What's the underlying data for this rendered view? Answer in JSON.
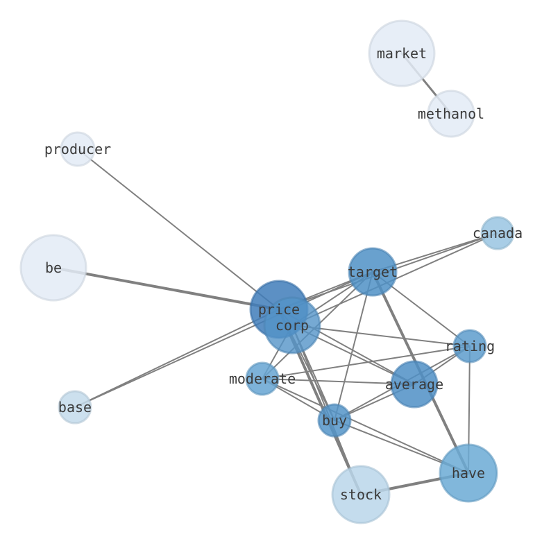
{
  "graph": {
    "nodes": [
      {
        "id": "market",
        "label": "market",
        "color": "#e3ebf6"
      },
      {
        "id": "methanol",
        "label": "methanol",
        "color": "#e3ebf6"
      },
      {
        "id": "producer",
        "label": "producer",
        "color": "#e3ebf6"
      },
      {
        "id": "canada",
        "label": "canada",
        "color": "#9ec8e3"
      },
      {
        "id": "target",
        "label": "target",
        "color": "#4f90c6"
      },
      {
        "id": "be",
        "label": "be",
        "color": "#e3ebf6"
      },
      {
        "id": "price",
        "label": "price",
        "color": "#3f7cba"
      },
      {
        "id": "corp",
        "label": "corp",
        "color": "#5494c8"
      },
      {
        "id": "rating",
        "label": "rating",
        "color": "#5d9ccd"
      },
      {
        "id": "moderate",
        "label": "moderate",
        "color": "#66a4d2"
      },
      {
        "id": "average",
        "label": "average",
        "color": "#4f8fc6"
      },
      {
        "id": "base",
        "label": "base",
        "color": "#c3dbeb"
      },
      {
        "id": "buy",
        "label": "buy",
        "color": "#5494c8"
      },
      {
        "id": "have",
        "label": "have",
        "color": "#6baad5"
      },
      {
        "id": "stock",
        "label": "stock",
        "color": "#bad6ea"
      }
    ],
    "edges": [
      {
        "source": "market",
        "target": "methanol",
        "weight": 3
      },
      {
        "source": "producer",
        "target": "price",
        "weight": 2
      },
      {
        "source": "be",
        "target": "price",
        "weight": 4
      },
      {
        "source": "canada",
        "target": "target",
        "weight": 2
      },
      {
        "source": "canada",
        "target": "price",
        "weight": 2
      },
      {
        "source": "canada",
        "target": "corp",
        "weight": 2
      },
      {
        "source": "target",
        "target": "price",
        "weight": 2
      },
      {
        "source": "target",
        "target": "corp",
        "weight": 2
      },
      {
        "source": "target",
        "target": "rating",
        "weight": 2
      },
      {
        "source": "target",
        "target": "moderate",
        "weight": 2
      },
      {
        "source": "target",
        "target": "buy",
        "weight": 2
      },
      {
        "source": "target",
        "target": "have",
        "weight": 4
      },
      {
        "source": "target",
        "target": "base",
        "weight": 2
      },
      {
        "source": "price",
        "target": "corp",
        "weight": 2
      },
      {
        "source": "price",
        "target": "stock",
        "weight": 4
      },
      {
        "source": "price",
        "target": "buy",
        "weight": 2
      },
      {
        "source": "price",
        "target": "average",
        "weight": 2
      },
      {
        "source": "price",
        "target": "base",
        "weight": 2
      },
      {
        "source": "corp",
        "target": "rating",
        "weight": 2
      },
      {
        "source": "corp",
        "target": "moderate",
        "weight": 2
      },
      {
        "source": "corp",
        "target": "average",
        "weight": 2
      },
      {
        "source": "corp",
        "target": "buy",
        "weight": 2
      },
      {
        "source": "corp",
        "target": "stock",
        "weight": 2
      },
      {
        "source": "rating",
        "target": "moderate",
        "weight": 2
      },
      {
        "source": "rating",
        "target": "average",
        "weight": 2
      },
      {
        "source": "rating",
        "target": "buy",
        "weight": 2
      },
      {
        "source": "rating",
        "target": "have",
        "weight": 2
      },
      {
        "source": "moderate",
        "target": "average",
        "weight": 2
      },
      {
        "source": "moderate",
        "target": "buy",
        "weight": 2
      },
      {
        "source": "moderate",
        "target": "have",
        "weight": 2
      },
      {
        "source": "average",
        "target": "buy",
        "weight": 2
      },
      {
        "source": "buy",
        "target": "have",
        "weight": 2
      },
      {
        "source": "have",
        "target": "stock",
        "weight": 4
      }
    ],
    "edge_color": "#808080"
  }
}
